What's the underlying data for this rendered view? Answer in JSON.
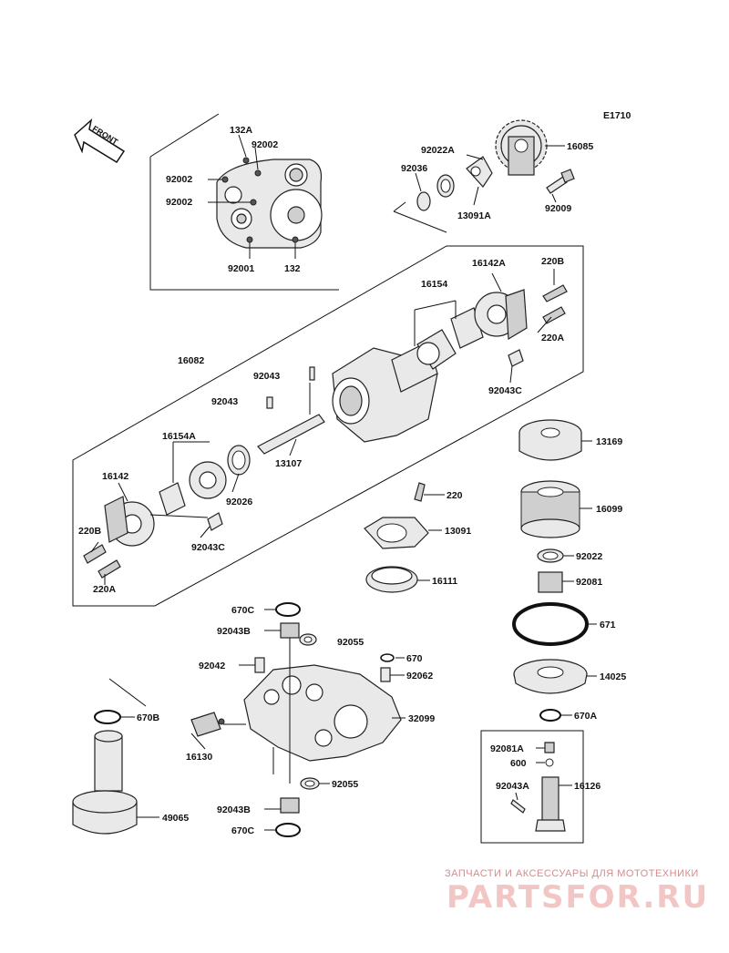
{
  "diagram": {
    "code": "E1710",
    "front_label": "FRONT",
    "watermark": {
      "subtitle": "ЗАПЧАСТИ И АКСЕССУАРЫ ДЛЯ МОТОТЕХНИКИ",
      "brand": "PARTSFOR.RU"
    },
    "labels": {
      "p132A": "132A",
      "p92002a": "92002",
      "p92002b": "92002",
      "p92002c": "92002",
      "p92001": "92001",
      "p132": "132",
      "p92022A": "92022A",
      "p92036": "92036",
      "p16085": "16085",
      "p13091A": "13091A",
      "p92009": "92009",
      "p16154": "16154",
      "p16142A": "16142A",
      "p220B_top": "220B",
      "p220A_top": "220A",
      "p16082": "16082",
      "p92043a": "92043",
      "p92043b": "92043",
      "p92043C_top": "92043C",
      "p16154A": "16154A",
      "p13107": "13107",
      "p16142": "16142",
      "p92026": "92026",
      "p220B_bot": "220B",
      "p92043C_bot": "92043C",
      "p220A_bot": "220A",
      "p13169": "13169",
      "p16099": "16099",
      "p220": "220",
      "p13091": "13091",
      "p92022": "92022",
      "p16111": "16111",
      "p92081": "92081",
      "p670C_top": "670C",
      "p671": "671",
      "p92043B_top": "92043B",
      "p92055_top": "92055",
      "p670": "670",
      "p92042": "92042",
      "p92062": "92062",
      "p14025": "14025",
      "p670B": "670B",
      "p32099": "32099",
      "p670A": "670A",
      "p16130": "16130",
      "p92081A": "92081A",
      "p600": "600",
      "p92055_bot": "92055",
      "p92043A": "92043A",
      "p16126": "16126",
      "p49065": "49065",
      "p92043B_bot": "92043B",
      "p670C_bot": "670C"
    }
  }
}
